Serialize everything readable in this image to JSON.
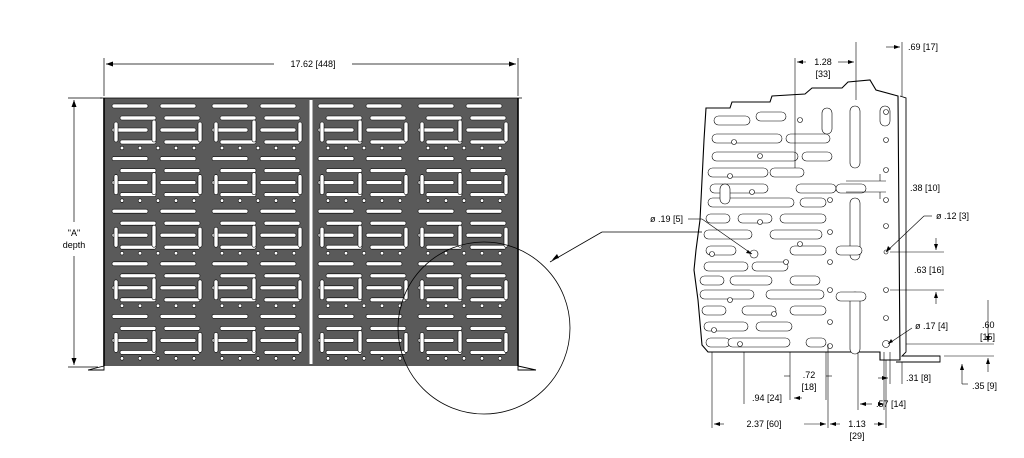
{
  "overall_width_label": "17.62 [448]",
  "depth_label": {
    "line1": "\"A\"",
    "line2": "depth"
  },
  "detail_dimensions": {
    "top_slot_width": {
      "line1": "1.28",
      "line2": "[33]"
    },
    "top_edge_offset": ".69 [17]",
    "slot_height": ".38 [10]",
    "left_hole_diameter": "ø .19 [5]",
    "right_hole_diameter": "ø .12 [3]",
    "right_hole_pitch": ".63 [16]",
    "bottom_hole_diameter": "ø .17 [4]",
    "bottom_hole_height": {
      "line1": ".60",
      "line2": "[15]"
    },
    "flange_height": ".31 [8]",
    "flange_offset": ".35 [9]",
    "edge_offset_bottom": ".57 [14]",
    "slot_spacing": {
      "line1": ".72",
      "line2": "[18]"
    },
    "slot_pitch": ".94 [24]",
    "left_span": "2.37 [60]",
    "center_span": {
      "line1": "1.13",
      "line2": "[29]"
    }
  }
}
